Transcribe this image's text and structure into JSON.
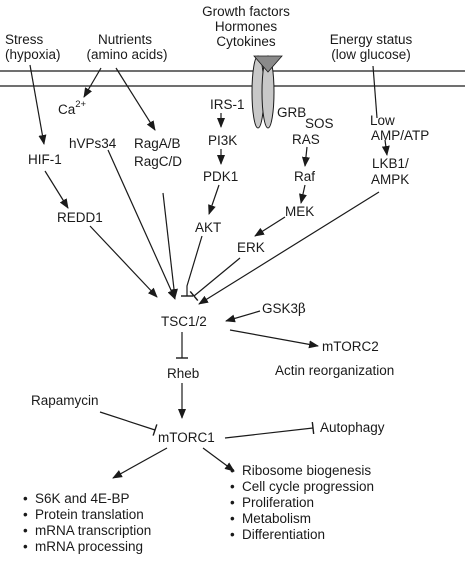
{
  "signals": {
    "stress": [
      "Stress",
      "(hypoxia)"
    ],
    "nutrients": [
      "Nutrients",
      "(amino acids)"
    ],
    "growth": [
      "Growth factors",
      "Hormones",
      "Cytokines"
    ],
    "energy": [
      "Energy status",
      "(low glucose)"
    ]
  },
  "nodes": {
    "ca_base": "Ca",
    "ca_sup": "2+",
    "hif1": "HIF-1",
    "hvps34": "hVPs34",
    "rag_ab": "RagA/B",
    "rag_cd": "RagC/D",
    "irs1": "IRS-1",
    "pi3k": "PI3K",
    "pdk1": "PDK1",
    "akt": "AKT",
    "grb": "GRB",
    "sos": "SOS",
    "ras": "RAS",
    "raf": "Raf",
    "mek": "MEK",
    "erk": "ERK",
    "low_amp": [
      "Low",
      "AMP/ATP"
    ],
    "lkb1": [
      "LKB1/",
      "AMPK"
    ],
    "redd1": "REDD1",
    "tsc": "TSC1/2",
    "gsk_base": "GSK3",
    "gsk_sym": "β",
    "mtorc2": "mTORC2",
    "actin": "Actin reorganization",
    "rheb": "Rheb",
    "rapamycin": "Rapamycin",
    "mtorc1": "mTORC1",
    "autophagy": "Autophagy"
  },
  "outputs": {
    "left": [
      "S6K and 4E-BP",
      "Protein translation",
      "mRNA transcription",
      "mRNA processing"
    ],
    "right": [
      "Ribosome biogenesis",
      "Cell cycle progression",
      "Proliferation",
      "Metabolism",
      "Differentiation"
    ],
    "bullet": "•"
  },
  "colors": {
    "ink": "#1a1a1a",
    "receptor_fill": "#c8c8c8",
    "receptor_dark": "#8a8a8a",
    "background": "#ffffff"
  }
}
